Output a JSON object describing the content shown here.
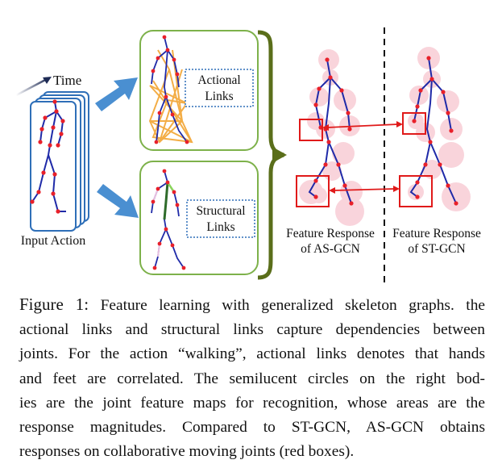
{
  "figure": {
    "time_label": "Time",
    "input_action_label": "Input Action",
    "actional_links_label": [
      "Actional",
      "Links"
    ],
    "structural_links_label": [
      "Structural",
      "Links"
    ],
    "as_gcn_label": [
      "Feature Response",
      "of AS-GCN"
    ],
    "st_gcn_label": [
      "Feature Response",
      "of ST-GCN"
    ],
    "colors": {
      "skeleton": "#1f2aa8",
      "joint": "#e8202a",
      "actional_links": "#f2a533",
      "box_green": "#7db14a",
      "arrow_blue": "#4a8fd1",
      "brace": "#5a6e1a",
      "highlight_box": "#e01a1a",
      "response_circle": "#f7c6d0"
    }
  },
  "caption": {
    "label": "Figure 1:",
    "lines": [
      "Feature learning with generalized skeleton graphs. the",
      "actional links and structural links capture dependencies between",
      "joints. For the action “walking”, actional links denotes that hands",
      "and feet are correlated. The semilucent circles on the right bod-",
      "ies are the joint feature maps for recognition, whose areas are the",
      "response magnitudes. Compared to ST-GCN, AS-GCN obtains",
      "responses on collaborative moving joints (red boxes)."
    ]
  }
}
